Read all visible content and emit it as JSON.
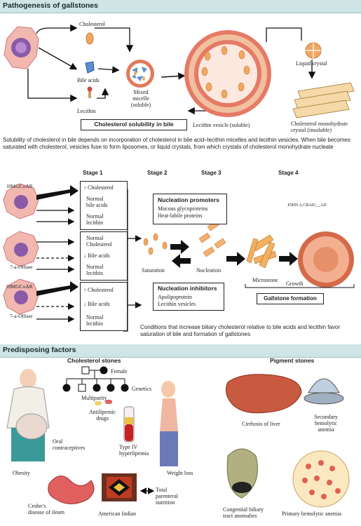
{
  "sections": {
    "pathogenesis_title": "Pathogenesis of gallstones",
    "predisposing_title": "Predisposing factors"
  },
  "pathogenesis": {
    "cholesterol": "Cholesterol",
    "bile_acids": "Bile acids",
    "lecithin": "Lecithin",
    "mixed_micelle": [
      "Mixed",
      "micelle",
      "(soluble)"
    ],
    "lecithin_vesicle": "Lecithin vesicle (soluble)",
    "liquid_crystal": "Liquid crystal",
    "monohydrate_crystal": [
      "Cholesterol monohydrate",
      "crystal (insoluble)"
    ],
    "solubility_box": "Cholesterol solubility in bile",
    "description": "Solubility of cholesterol in bile depends on incorporation of cholesterol in bile acid–lecithin micelles and lecithin vesicles. When bile becomes saturated with cholesterol, vesicles fuse to form liposomes, or liquid crystals, from which crystals of cholesterol monohydrate nucleate"
  },
  "stages": {
    "headers": [
      "Stage 1",
      "Stage 2",
      "Stage 3",
      "Stage 4"
    ],
    "enzyme_hmg1": "HMGCoAR",
    "enzyme_hmg2": "HMGCoAR",
    "enzyme_7a1": "7-a-OHase",
    "enzyme_7a2": "7-a-OHase",
    "box1": [
      "Cholesterol",
      "Normal",
      "bile acids",
      "Normal",
      "lecithin"
    ],
    "box2": [
      "Normal",
      "Cholesterol",
      "Bile acids",
      "Normal",
      "lecithin"
    ],
    "box3": [
      "Cholesterol",
      "Bile acids",
      "Normal",
      "lecithin"
    ],
    "promoters_title": "Nucleation promoters",
    "promoters": [
      "Mucous glycoproteins",
      "Heat-labile proteins"
    ],
    "inhibitors_title": "Nucleation inhibitors",
    "inhibitors": [
      "Apolipoprotein",
      "Lecithin vesicles"
    ],
    "saturation": "Saturation",
    "nucleation": "Nucleation",
    "microstone": "Microstone",
    "growth": "Growth",
    "gallstone_formation": "Gallstone formation",
    "signature": "JOHN A.CRAIG__AD",
    "caption": [
      "Conditions that increase biliary cholesterol relative to bile acids and lecithin favor",
      "saturation of bile and formation of gallstones"
    ]
  },
  "predisposing": {
    "cholesterol_stones": "Cholesterol stones",
    "female": "Female",
    "genetics": "Genetics",
    "multiparity": "Multiparity",
    "antilipemic": [
      "Antilipemic",
      "drugs"
    ],
    "type4": [
      "Type IV",
      "hyperlipemia"
    ],
    "oral_contra": [
      "Oral",
      "contraceptives"
    ],
    "obesity": "Obesity",
    "weight_loss": "Weight loss",
    "crohns": [
      "Crohn’s",
      "disease of ileum"
    ],
    "american_indian": "American Indian",
    "tpn": [
      "Total",
      "parenteral",
      "nutrition"
    ],
    "pigment_stones": "Pigment stones",
    "cirrhosis": "Cirrhosis of liver",
    "secondary_hemolytic": [
      "Secondary",
      "hemolytic",
      "anemia"
    ],
    "congenital": [
      "Congenital biliary",
      "tract anomalies"
    ],
    "primary_hemolytic": "Primary hemolytic anemia"
  },
  "colors": {
    "header_bg": "#cfe4e4",
    "cell_pink": "#f2b8b0",
    "nucleus_purple": "#8a5aa8",
    "crystal_orange": "#f0a860",
    "bile_blue": "#5a8fd0",
    "vesicle_red": "#d04a3a"
  }
}
